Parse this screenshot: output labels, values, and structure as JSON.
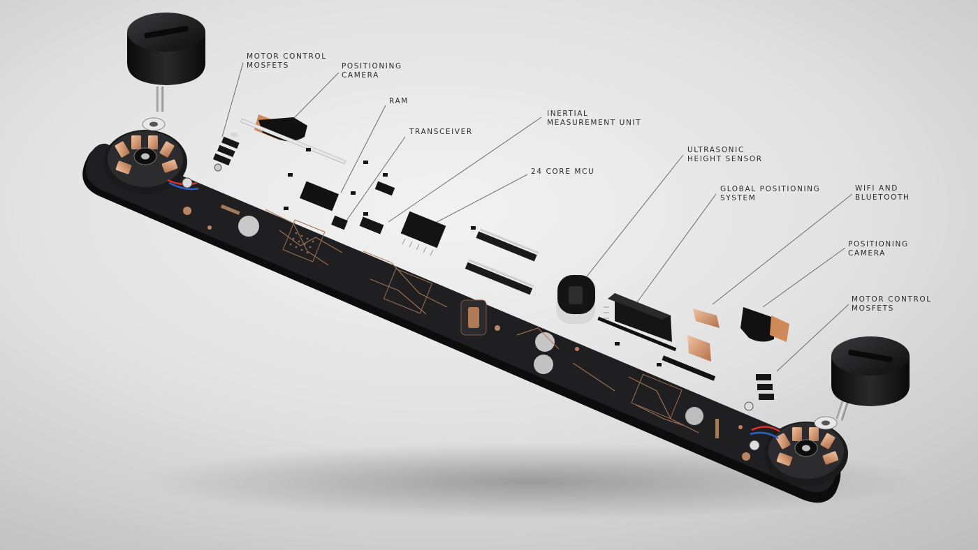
{
  "callouts": [
    {
      "id": "motor-control-mosfets-left",
      "lines": [
        "MOTOR CONTROL",
        "MOSFETS"
      ]
    },
    {
      "id": "positioning-camera-left",
      "lines": [
        "POSITIONING",
        "CAMERA"
      ]
    },
    {
      "id": "ram",
      "lines": [
        "RAM"
      ]
    },
    {
      "id": "transceiver",
      "lines": [
        "TRANSCEIVER"
      ]
    },
    {
      "id": "inertial-measurement-unit",
      "lines": [
        "INERTIAL",
        "MEASUREMENT UNIT"
      ]
    },
    {
      "id": "mcu",
      "lines": [
        "24 CORE MCU"
      ]
    },
    {
      "id": "ultrasonic-height-sensor",
      "lines": [
        "ULTRASONIC",
        "HEIGHT SENSOR"
      ]
    },
    {
      "id": "global-positioning-system",
      "lines": [
        "GLOBAL POSITIONING",
        "SYSTEM"
      ]
    },
    {
      "id": "wifi-bluetooth",
      "lines": [
        "WIFI AND",
        "BLUETOOTH"
      ]
    },
    {
      "id": "positioning-camera-right",
      "lines": [
        "POSITIONING",
        "CAMERA"
      ]
    },
    {
      "id": "motor-control-mosfets-right",
      "lines": [
        "MOTOR CONTROL",
        "MOSFETS"
      ]
    }
  ],
  "colors": {
    "board": "#1c1c1e",
    "copper": "#c98a64",
    "chip": "#161616",
    "leader": "#6a6a6a",
    "label": "#2a2a2a",
    "background": "#dcdcdc"
  }
}
